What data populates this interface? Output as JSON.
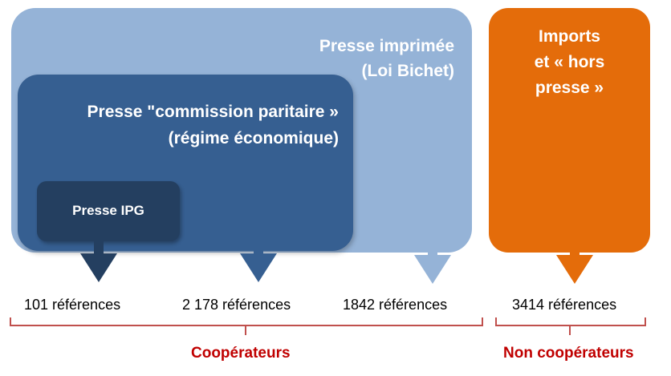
{
  "colors": {
    "light_blue": "#95b3d7",
    "mid_blue": "#365f91",
    "dark_blue": "#243f60",
    "orange": "#e46c0a",
    "bracket_red": "#c0504d",
    "group_red": "#c00000"
  },
  "boxes": {
    "presse_imprimee": {
      "line1": "Presse imprimée",
      "line2": "(Loi Bichet)"
    },
    "commission_paritaire": {
      "line1": "Presse \"commission paritaire »",
      "line2": "(régime économique)"
    },
    "ipg": {
      "label": "Presse IPG"
    },
    "imports": {
      "line1": "Imports",
      "line2": "et « hors",
      "line3": "presse »"
    }
  },
  "references": {
    "ipg": "101 références",
    "commission": "2 178 références",
    "imprimee": "1842 références",
    "imports": "3414 références"
  },
  "groups": {
    "cooperateurs": "Coopérateurs",
    "non_cooperateurs": "Non coopérateurs"
  }
}
